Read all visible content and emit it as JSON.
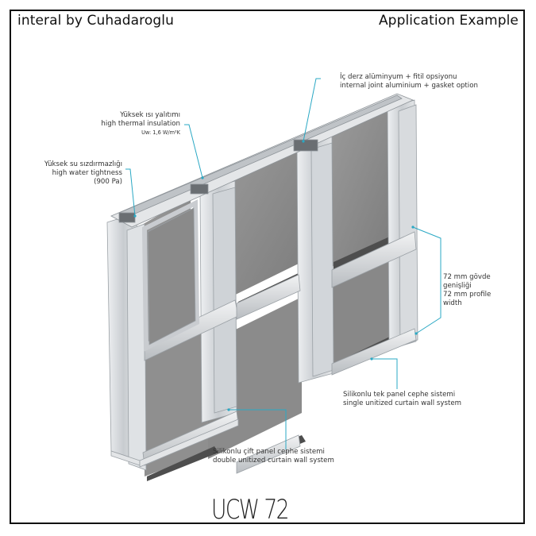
{
  "header": {
    "brand": "interal by Cuhadaroglu",
    "title": "Application Example"
  },
  "callouts": {
    "thermal": {
      "tr": "Yüksek ısı yalıtımı",
      "en": "high thermal insulation",
      "value": "Uw: 1,6 W/m²K"
    },
    "water": {
      "tr": "Yüksek su sızdırmazlığı",
      "en": "high water tightness",
      "value": "(900 Pa)"
    },
    "joint": {
      "tr": "İç derz alüminyum + fitil opsiyonu",
      "en": "internal joint aluminium + gasket option"
    },
    "width": {
      "l1": "72 mm gövde",
      "l2": "genişliği",
      "l3": "72 mm profile",
      "l4": "width"
    },
    "single": {
      "tr": "Silikonlu tek panel cephe sistemi",
      "en": "single unitized curtain wall system"
    },
    "double": {
      "tr": "Silikonlu çift panel cephe sistemi",
      "en": "double unitized curtain wall system"
    }
  },
  "model": "UCW 72",
  "colors": {
    "leader": "#2aa8c4",
    "glass": "#8a8a8a",
    "glass_dark": "#5a5a5a",
    "frame": "#d4d7da"
  }
}
